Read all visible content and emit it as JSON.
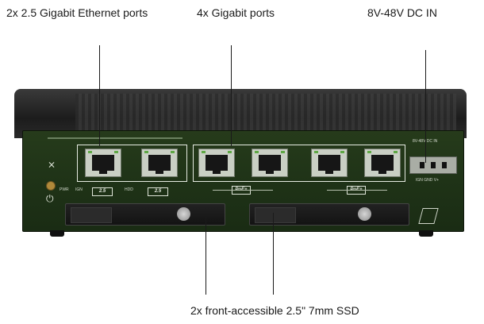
{
  "callouts": {
    "ethernet_25": "2x 2.5 Gigabit Ethernet ports",
    "gigabit": "4x Gigabit ports",
    "dc_in": "8V-48V DC IN",
    "ssd": "2x front-accessible 2.5\" 7mm SSD"
  },
  "device": {
    "dc_panel_label": "8V-48V DC IN",
    "dc_pins_label": "IGN GND V+",
    "speed_badge_1": "2.5",
    "speed_badge_2": "2.5",
    "poe_badge_1": "PoE+",
    "poe_badge_2": "PoE+",
    "led_labels": [
      "PWR",
      "IGN",
      "HDD"
    ]
  }
}
